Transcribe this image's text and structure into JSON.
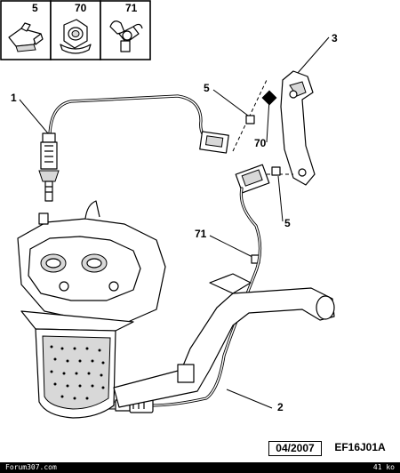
{
  "legend": [
    {
      "number": "5",
      "icon": "clip-icon"
    },
    {
      "number": "70",
      "icon": "nut-icon"
    },
    {
      "number": "71",
      "icon": "cable-clip-icon"
    }
  ],
  "callouts": {
    "c1": "1",
    "c2": "2",
    "c3": "3",
    "c5a": "5",
    "c5b": "5",
    "c70": "70",
    "c71": "71"
  },
  "reference": {
    "date": "04/2007",
    "code": "EF16J01A"
  },
  "footer": {
    "site": "Forum307.com",
    "size": "41 ko"
  }
}
